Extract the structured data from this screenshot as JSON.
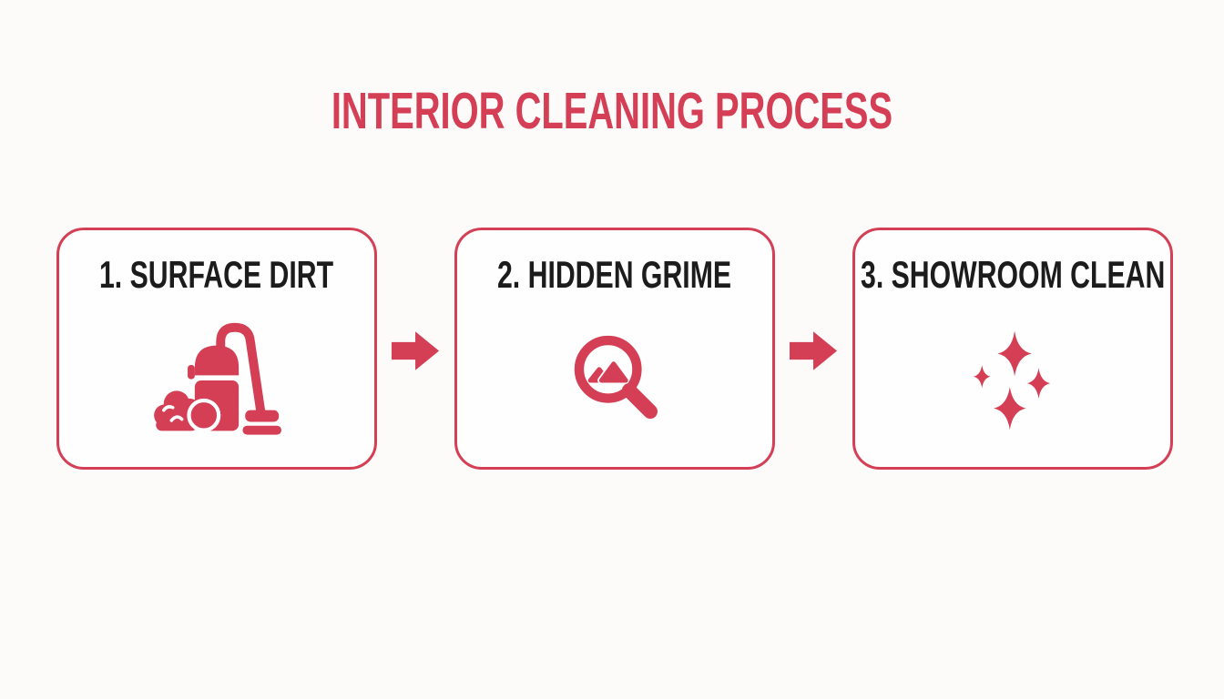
{
  "title": "INTERIOR CLEANING PROCESS",
  "colors": {
    "accent": "#D43F56",
    "heading_text": "#1C1C1C",
    "background": "#FCFBFA",
    "card_background": "#FEFEFE"
  },
  "steps": [
    {
      "label": "1. SURFACE DIRT",
      "icon": "vacuum-icon"
    },
    {
      "label": "2. HIDDEN GRIME",
      "icon": "magnifying-glass-icon"
    },
    {
      "label": "3. SHOWROOM CLEAN",
      "icon": "sparkles-icon"
    }
  ],
  "connector_icon": "arrow-right-icon"
}
